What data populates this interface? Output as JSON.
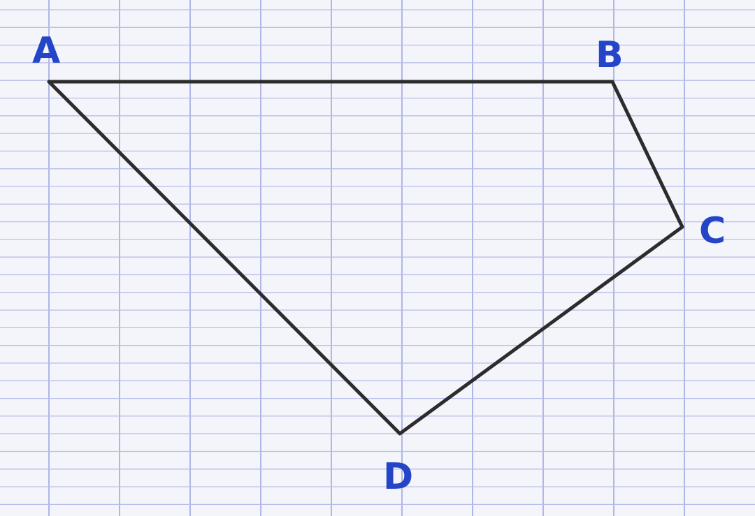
{
  "vertices": [
    {
      "id": "A",
      "label": "A"
    },
    {
      "id": "B",
      "label": "B"
    },
    {
      "id": "C",
      "label": "C"
    },
    {
      "id": "D",
      "label": "D"
    }
  ],
  "edges": [
    {
      "from": "A",
      "to": "B"
    },
    {
      "from": "B",
      "to": "C"
    },
    {
      "from": "C",
      "to": "D"
    },
    {
      "from": "D",
      "to": "A"
    }
  ],
  "colors": {
    "paper": "#f4f5fb",
    "grid_line": "#b7bde9",
    "grid_line_major": "#9ea6e2",
    "stroke": "#2c2c2c",
    "label": "#2545c8"
  }
}
